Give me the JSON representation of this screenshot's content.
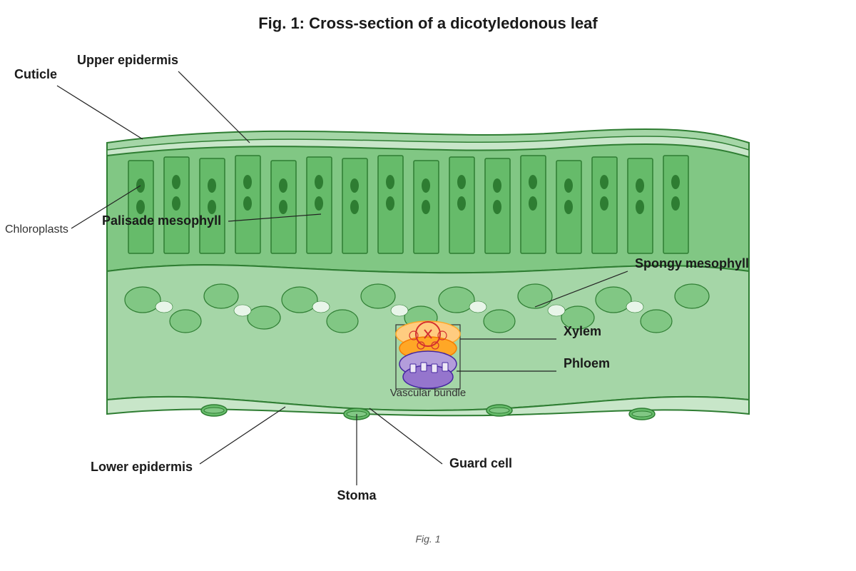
{
  "title": "Fig. 1: Cross-section of a dicotyledonous leaf",
  "caption": "Fig. 1",
  "labels": {
    "cuticle": "Cuticle",
    "upper_epidermis": "Upper epidermis",
    "chloroplasts": "Chloroplasts",
    "palisade": "Palisade mesophyll",
    "spongy": "Spongy mesophyll",
    "xylem": "Xylem",
    "phloem": "Phloem",
    "vascular_bundle": "Vascular bundle",
    "lower_epidermis": "Lower epidermis",
    "guard_cell": "Guard cell",
    "stoma": "Stoma"
  },
  "colors": {
    "outline": "#2e7d32",
    "cuticle": "#a5d6a7",
    "epidermis": "#c8e6c9",
    "palisade_layer": "#81c784",
    "palisade_cell": "#66bb6a",
    "chloroplast": "#2e7d32",
    "spongy_layer": "#a5d6a7",
    "spongy_cell": "#81c784",
    "air_space": "#e8f5e9",
    "xylem": "#ffa726",
    "xylem_light": "#ffcc80",
    "xylem_mark": "#d32f2f",
    "phloem": "#9575cd",
    "phloem_light": "#b39ddb",
    "phloem_outline": "#4527a0"
  }
}
